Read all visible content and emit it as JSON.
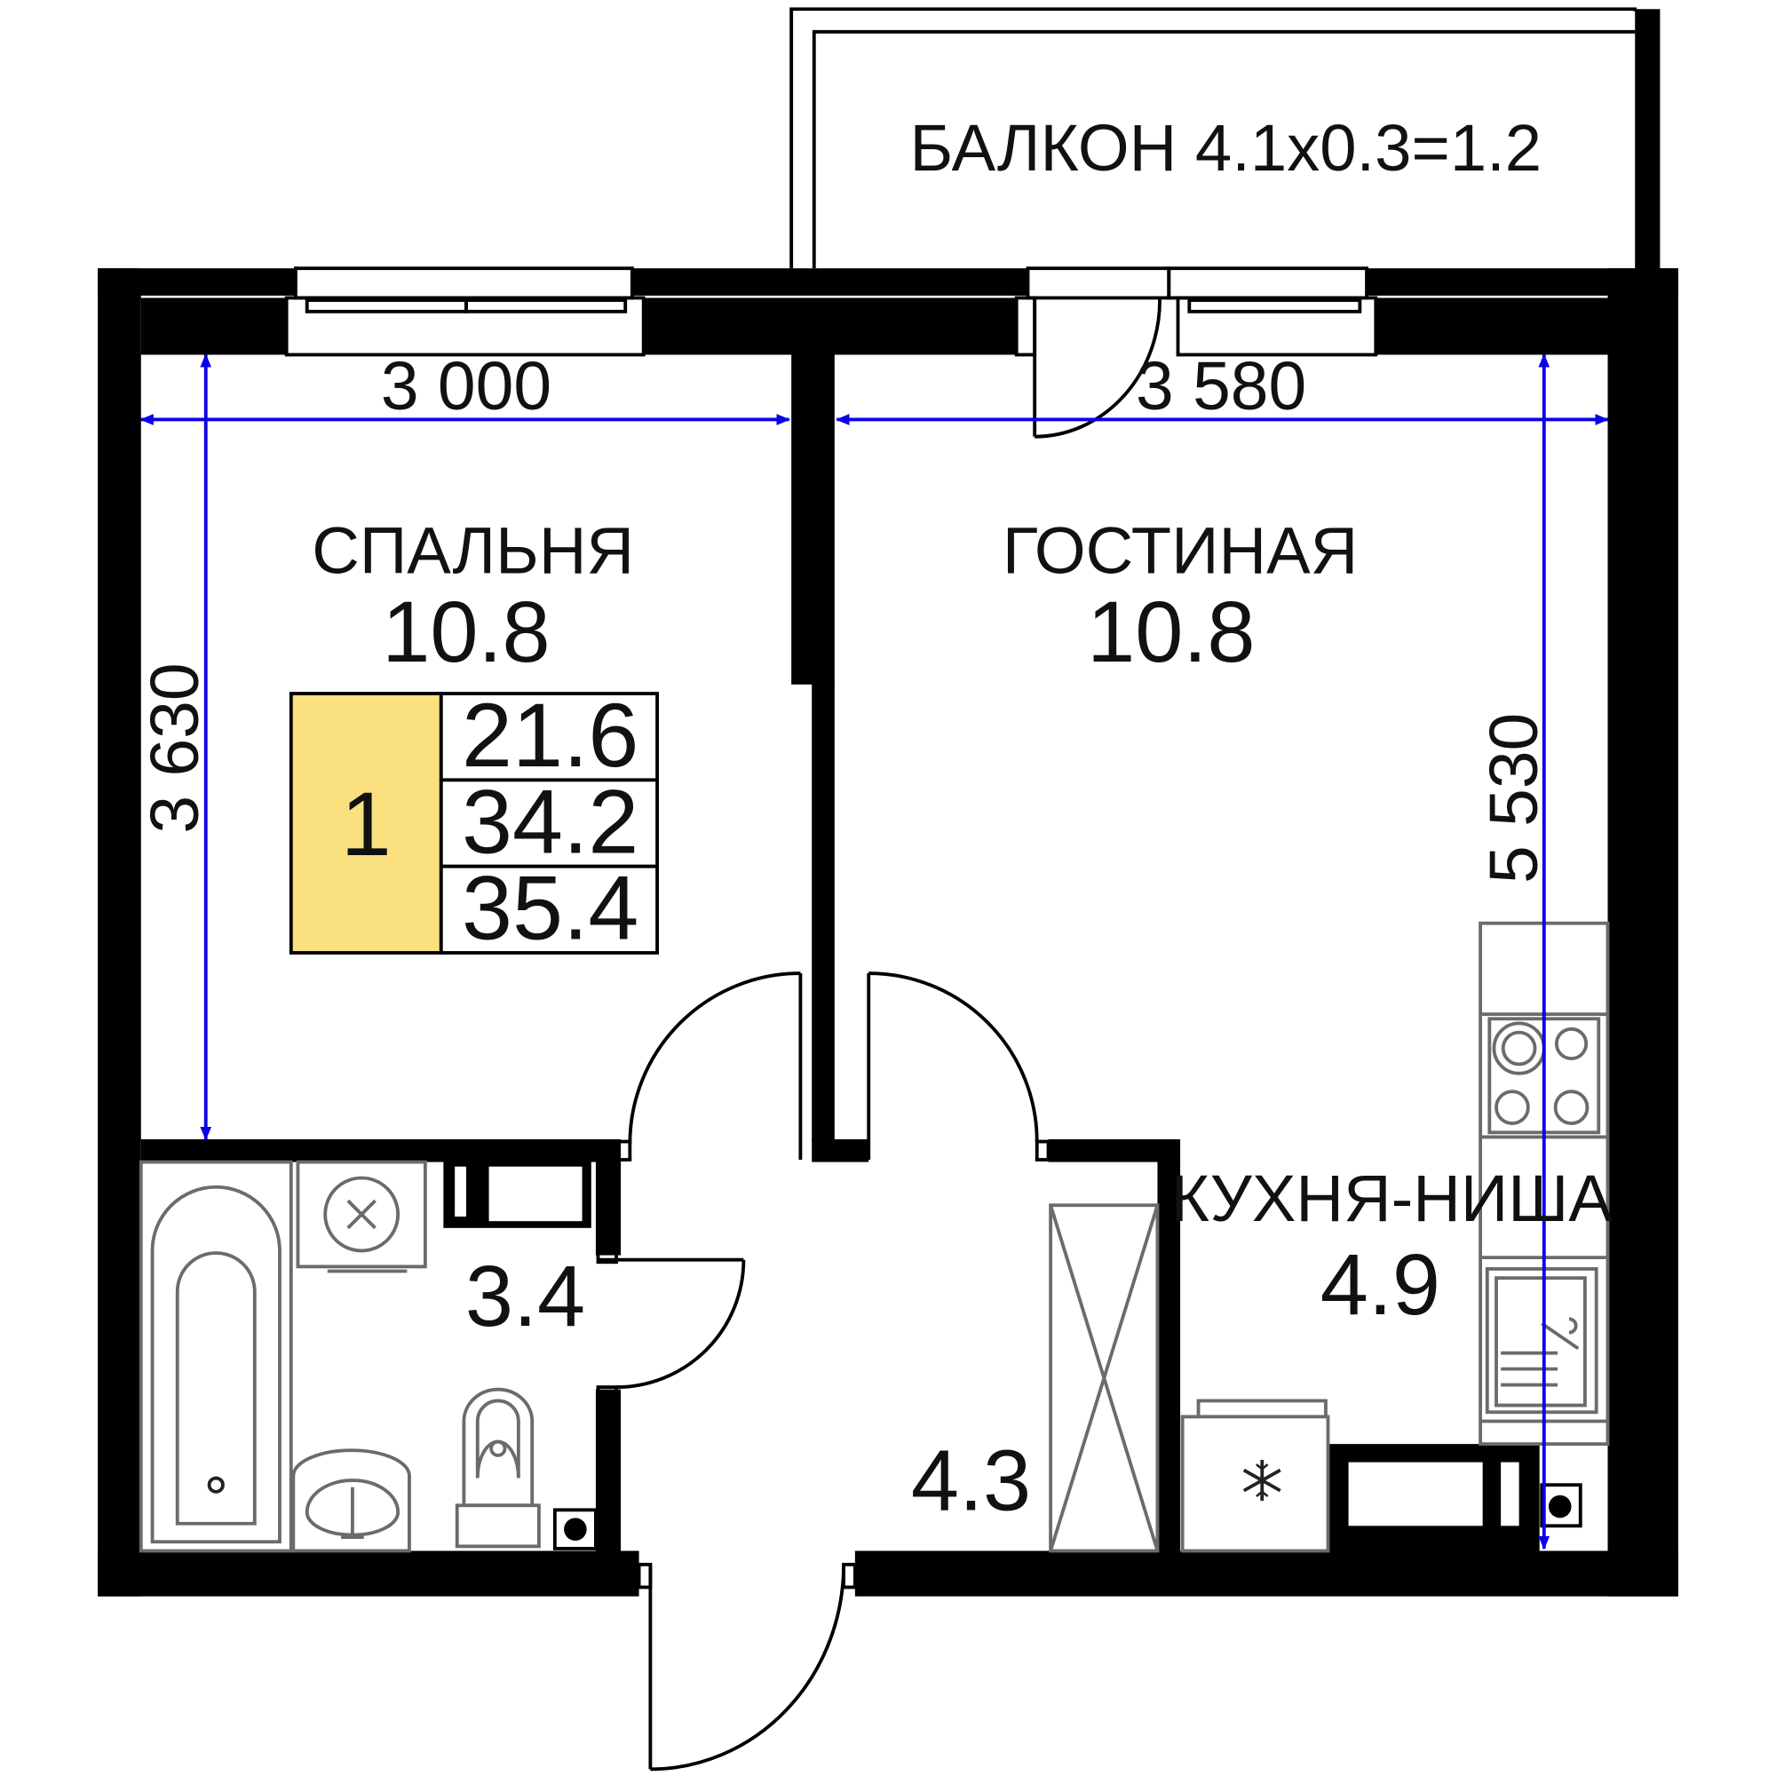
{
  "balcony": {
    "label": "БАЛКОН 4.1x0.3=1.2"
  },
  "rooms": {
    "bedroom": {
      "name": "СПАЛЬНЯ",
      "area": "10.8"
    },
    "living": {
      "name": "ГОСТИНАЯ",
      "area": "10.8"
    },
    "kitchen": {
      "name": "КУХНЯ-НИША",
      "area": "4.9"
    },
    "bathroom": {
      "area": "3.4"
    },
    "hall": {
      "area": "4.3"
    }
  },
  "dimensions": {
    "bedroom_width": "3 000",
    "living_width": "3 580",
    "bedroom_depth": "3 630",
    "living_depth": "5 530"
  },
  "summary": {
    "rooms_count": "1",
    "living_area": "21.6",
    "total_area": "34.2",
    "total_with_balcony": "35.4"
  },
  "colors": {
    "accent_yellow": "#fbe07f",
    "dimension_blue": "#0a00e6",
    "wall": "#000000"
  },
  "icons": [
    "snowflake-icon",
    "ventilation-fan-icon",
    "stove-burner-icon",
    "sink-icon",
    "toilet-icon",
    "bathtub-icon"
  ]
}
